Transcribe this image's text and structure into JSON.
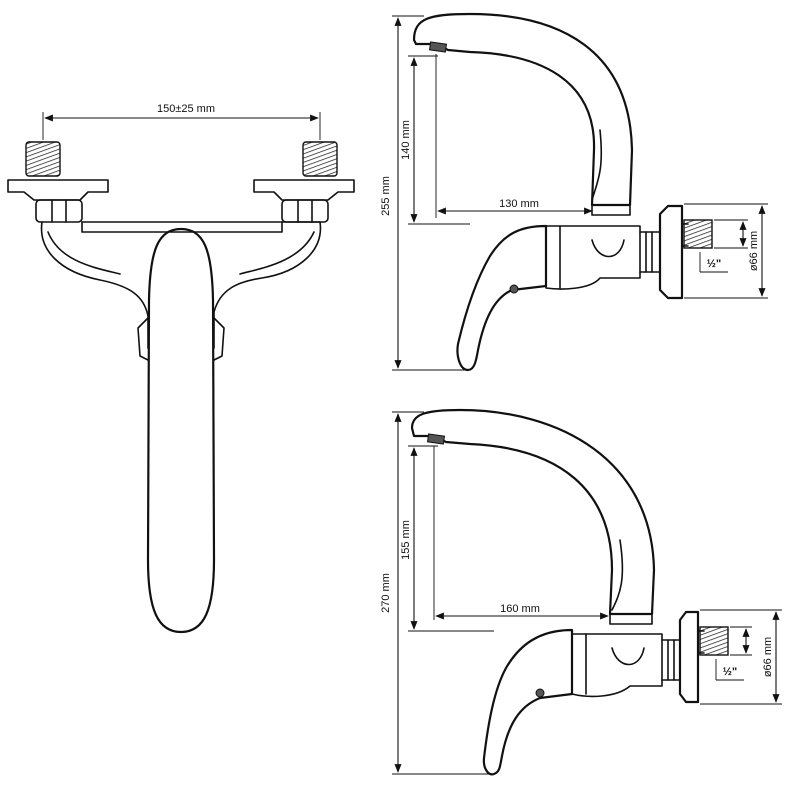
{
  "front_view": {
    "spacing_label": "150±25 mm"
  },
  "side_view_short": {
    "total_height_label": "255 mm",
    "spout_height_label": "140 mm",
    "reach_label": "130 mm",
    "flange_diameter_label": "ø66 mm",
    "thread_label": "½\""
  },
  "side_view_long": {
    "total_height_label": "270 mm",
    "spout_height_label": "155 mm",
    "reach_label": "160 mm",
    "flange_diameter_label": "ø66 mm",
    "thread_label": "½\""
  }
}
